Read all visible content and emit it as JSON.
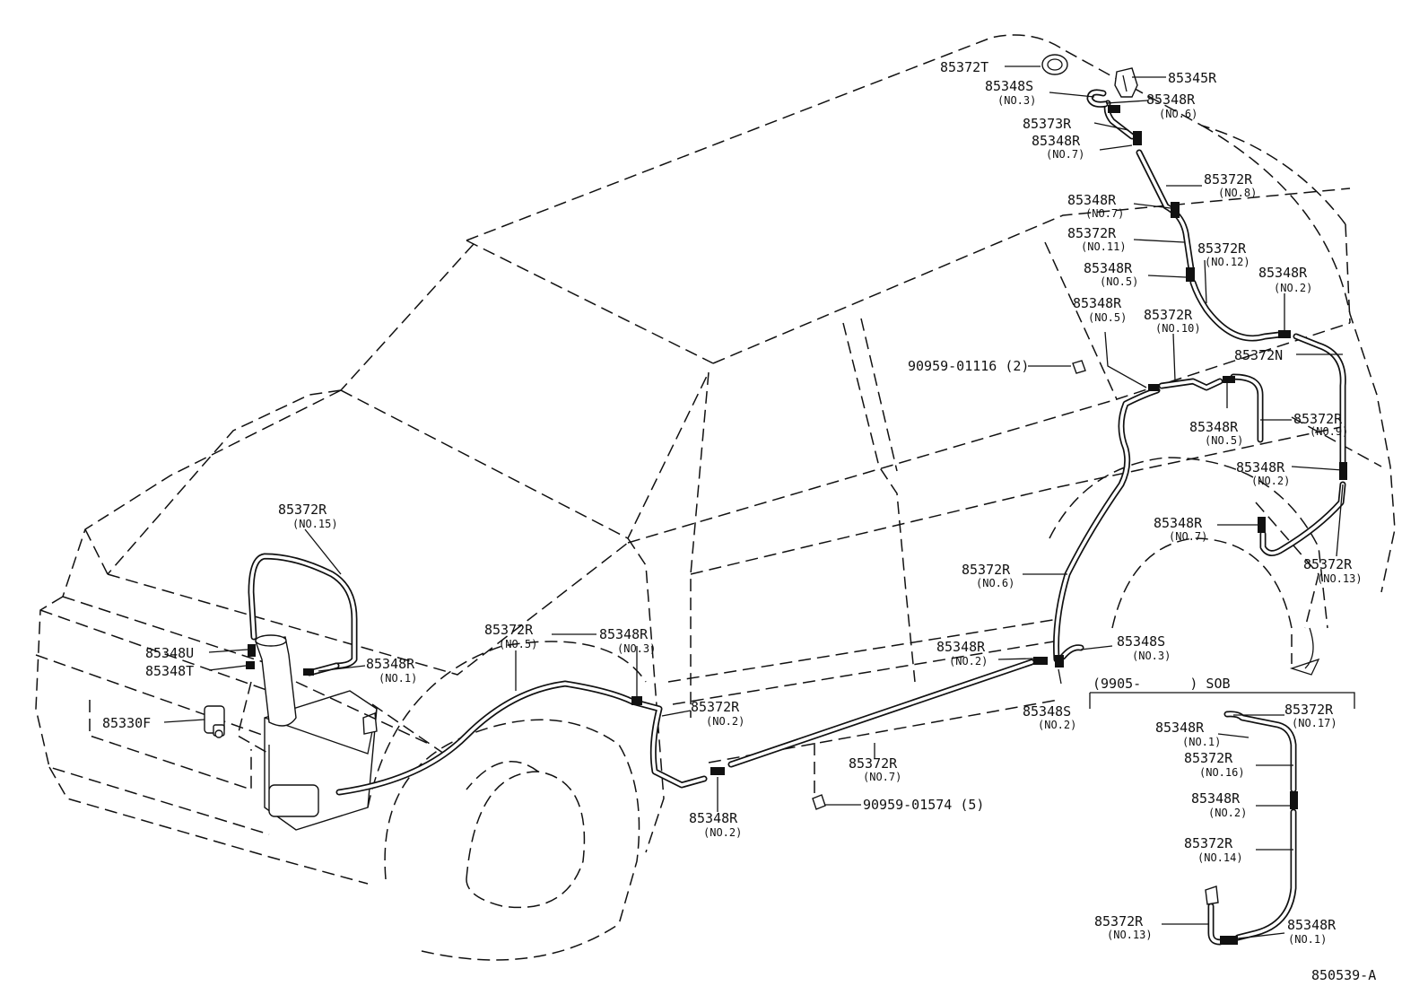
{
  "diagram": {
    "drawing_number": "850539-A",
    "variant_note": "(9905-      ) SOB",
    "labels": [
      {
        "id": "85372T",
        "part": "85372T",
        "sub": ""
      },
      {
        "id": "85345R",
        "part": "85345R",
        "sub": ""
      },
      {
        "id": "85348S-no3-top",
        "part": "85348S",
        "sub": "(NO.3)"
      },
      {
        "id": "85348R-no6",
        "part": "85348R",
        "sub": "(NO.6)"
      },
      {
        "id": "85373R",
        "part": "85373R",
        "sub": ""
      },
      {
        "id": "85348R-no7-a",
        "part": "85348R",
        "sub": "(NO.7)"
      },
      {
        "id": "85372R-no8",
        "part": "85372R",
        "sub": "(NO.8)"
      },
      {
        "id": "85348R-no7-b",
        "part": "85348R",
        "sub": "(NO.7)"
      },
      {
        "id": "85372R-no11",
        "part": "85372R",
        "sub": "(NO.11)"
      },
      {
        "id": "85372R-no12",
        "part": "85372R",
        "sub": "(NO.12)"
      },
      {
        "id": "85348R-no5-a",
        "part": "85348R",
        "sub": "(NO.5)"
      },
      {
        "id": "85348R-no2-a",
        "part": "85348R",
        "sub": "(NO.2)"
      },
      {
        "id": "85348R-no5-b",
        "part": "85348R",
        "sub": "(NO.5)"
      },
      {
        "id": "85372R-no10",
        "part": "85372R",
        "sub": "(NO.10)"
      },
      {
        "id": "85372N",
        "part": "85372N",
        "sub": ""
      },
      {
        "id": "90959-01116",
        "part": "90959-01116 (2)",
        "sub": ""
      },
      {
        "id": "85348R-no5-c",
        "part": "85348R",
        "sub": "(NO.5)"
      },
      {
        "id": "85372R-no9",
        "part": "85372R",
        "sub": "(NO.9)"
      },
      {
        "id": "85348R-no2-b",
        "part": "85348R",
        "sub": "(NO.2)"
      },
      {
        "id": "85348R-no7-c",
        "part": "85348R",
        "sub": "(NO.7)"
      },
      {
        "id": "85372R-no13-a",
        "part": "85372R",
        "sub": "(NO.13)"
      },
      {
        "id": "85372R-no6",
        "part": "85372R",
        "sub": "(NO.6)"
      },
      {
        "id": "85372R-no15",
        "part": "85372R",
        "sub": "(NO.15)"
      },
      {
        "id": "85348U",
        "part": "85348U",
        "sub": ""
      },
      {
        "id": "85348T",
        "part": "85348T",
        "sub": ""
      },
      {
        "id": "85348R-no1-a",
        "part": "85348R",
        "sub": "(NO.1)"
      },
      {
        "id": "85330F",
        "part": "85330F",
        "sub": ""
      },
      {
        "id": "85372R-no5",
        "part": "85372R",
        "sub": "(NO.5)"
      },
      {
        "id": "85348R-no3",
        "part": "85348R",
        "sub": "(NO.3)"
      },
      {
        "id": "85372R-no2",
        "part": "85372R",
        "sub": "(NO.2)"
      },
      {
        "id": "85348R-no2-c",
        "part": "85348R",
        "sub": "(NO.2)"
      },
      {
        "id": "85348S-no3-bottom",
        "part": "85348S",
        "sub": "(NO.3)"
      },
      {
        "id": "85348S-no2",
        "part": "85348S",
        "sub": "(NO.2)"
      },
      {
        "id": "85372R-no7",
        "part": "85372R",
        "sub": "(NO.7)"
      },
      {
        "id": "90959-01574",
        "part": "90959-01574 (5)",
        "sub": ""
      },
      {
        "id": "85348R-no2-d",
        "part": "85348R",
        "sub": "(NO.2)"
      },
      {
        "id": "85372R-no17",
        "part": "85372R",
        "sub": "(NO.17)"
      },
      {
        "id": "85348R-no1-b",
        "part": "85348R",
        "sub": "(NO.1)"
      },
      {
        "id": "85372R-no16",
        "part": "85372R",
        "sub": "(NO.16)"
      },
      {
        "id": "85348R-no2-e",
        "part": "85348R",
        "sub": "(NO.2)"
      },
      {
        "id": "85372R-no14",
        "part": "85372R",
        "sub": "(NO.14)"
      },
      {
        "id": "85372R-no13-b",
        "part": "85372R",
        "sub": "(NO.13)"
      },
      {
        "id": "85348R-no1-c",
        "part": "85348R",
        "sub": "(NO.1)"
      }
    ]
  }
}
